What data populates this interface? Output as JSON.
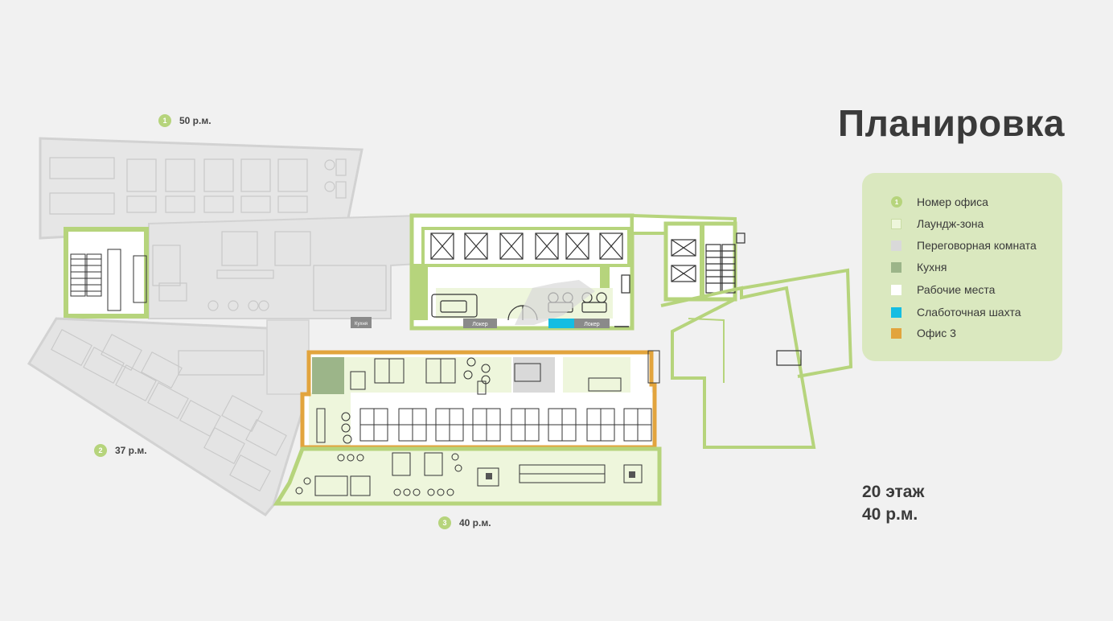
{
  "title": "Планировка",
  "legend": {
    "items": [
      {
        "kind": "number",
        "marker": "1",
        "label": "Номер офиса",
        "color": "#b6d47c"
      },
      {
        "kind": "swatch",
        "label": "Лаундж-зона",
        "color": "#eef6dc"
      },
      {
        "kind": "swatch",
        "label": "Переговорная комната",
        "color": "#d9d9d9"
      },
      {
        "kind": "swatch",
        "label": "Кухня",
        "color": "#9cb589"
      },
      {
        "kind": "swatch",
        "label": "Рабочие места",
        "color": "#ffffff"
      },
      {
        "kind": "swatch",
        "label": "Слаботочная шахта",
        "color": "#14bde2"
      },
      {
        "kind": "swatch",
        "label": "Офис 3",
        "color": "#e2a43d"
      }
    ]
  },
  "offices": [
    {
      "number": "1",
      "seats": "50 р.м."
    },
    {
      "number": "2",
      "seats": "37 р.м."
    },
    {
      "number": "3",
      "seats": "40 р.м."
    }
  ],
  "floor": {
    "floor_label": "20 этаж",
    "seats_label": "40 р.м."
  },
  "plan_labels": {
    "locker_1": "Локер",
    "locker_2": "Локер",
    "small_label": "Кухня"
  },
  "colors": {
    "wall_green": "#b6d47c",
    "lounge": "#eef6dc",
    "meeting": "#d9d9d9",
    "kitchen": "#9cb589",
    "shaft": "#14bde2",
    "office3": "#e2a43d",
    "faded_area": "#e4e4e4"
  }
}
